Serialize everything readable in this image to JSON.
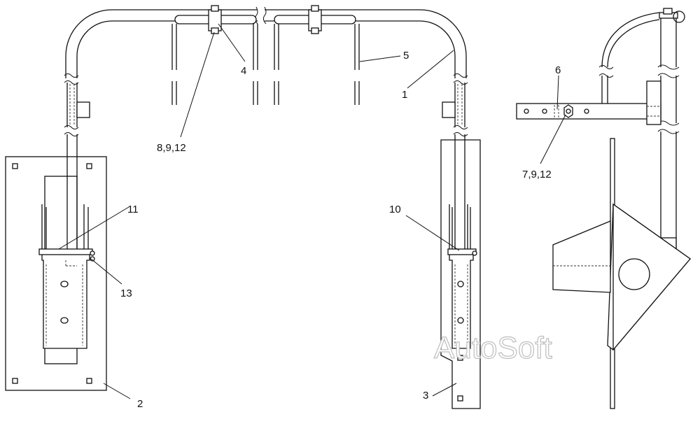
{
  "labels": {
    "1": "1",
    "2": "2",
    "3": "3",
    "4": "4",
    "5": "5",
    "6": "6",
    "7_9_12": "7,9,12",
    "8_9_12": "8,9,12",
    "10": "10",
    "11": "11",
    "13": "13"
  },
  "watermark": "AutoSoft"
}
